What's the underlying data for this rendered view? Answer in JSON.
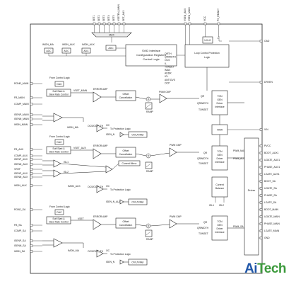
{
  "brand": {
    "part1": "Ai",
    "part2": "Tech",
    "color1": "#1f56a8",
    "color2": "#3d9a3d"
  },
  "top_pins": [
    "SET1",
    "SET2",
    "SET3",
    "SET4",
    "SET5",
    "VSETEN_MAIN",
    "SET_AUX"
  ],
  "top_right_pins": [
    "VSEN_AUX",
    "VSEN_MAIN",
    "VCC",
    "PS_READY"
  ],
  "blocks": {
    "mux": "MUX",
    "svid": [
      "SVID Interface",
      "Configuration Registers",
      "Control Logic"
    ],
    "loop_ctrl": [
      "Loop Control Protection",
      "Logic"
    ],
    "uvlo": "UVLO",
    "dac": "DAC",
    "softstart": [
      "Soft Start &",
      "Slew Rate Control"
    ],
    "offset": [
      "Offset",
      "Cancellation"
    ],
    "ovuv": "OV/UV/Mer",
    "current_mirror": "Current Mirror",
    "current_balance": [
      "Current",
      "Balance"
    ],
    "driver": "Driver",
    "ton_gen": [
      "TON",
      "GEN",
      "Driver",
      "Interface"
    ],
    "vinr": "VINR"
  },
  "labels": {
    "imon_main": "IMON_MA",
    "imon_aux": "IMON_AUX",
    "imon_aux2": "IMON_AUX",
    "adc": "ADC",
    "from_ctrl": "From Control Logic",
    "vset_main": "VSET_MAIN",
    "vset_aux": "VSET_AUX",
    "vset": "VSET",
    "error_amp": "ERROR AMP",
    "pwm_cmp": "PWM CMP",
    "ramp": "RAMP",
    "ocs_ocp": "OCS/OCP_TH",
    "oc": "OC",
    "to_protection": "To Protection Logic",
    "isen_n": "ISEN_N",
    "isen_n_aux": "ISEN_N_AUX",
    "isen_n_sa": "ISEN_N",
    "icl": "ICL",
    "ton_set": "TONSET",
    "qrwidth": "QRWIDTH",
    "qr": "QR",
    "pwm_main": "PWM_MAIN",
    "pwm_aux": "PWM_AUX",
    "pwm_sa": "PWM_SA",
    "isl1": "ISL1",
    "isl2": "ISL2",
    "ctrl_list": [
      "QRTH",
      "QRWIDTH",
      "OCS",
      "IL",
      "TONSET",
      "IMAX",
      "ADDR",
      "ICL",
      "ANTIOVS",
      "OCP"
    ]
  },
  "left_pins": [
    "ROND_MAIN",
    "FB_MAIN",
    "COMP_MAIN",
    "ISENP_MAIN",
    "ISENN_MAIN",
    "IMON_MAIN",
    "FB_AUX",
    "COMP_AUX",
    "ISENP_AUX",
    "ISENN_AUX",
    "VREF",
    "ISENP_AUX",
    "ISENN_AUX",
    "IMON_AUX",
    "ROAD_SA",
    "FB_SA",
    "COMP_SA",
    "ISENP_SA",
    "ISENN_SA",
    "IMON_SA"
  ],
  "right_pins": [
    "OAD",
    "DRVEN",
    "VIN",
    "PVCC",
    "BOOT_AUX1",
    "UGATE_AUX1",
    "PHASE_AUX1",
    "LGATE_AUX1",
    "BOOT_SA",
    "UGATE_SA",
    "PHASE_SA",
    "LGATE_SA",
    "BOOT_MAIN",
    "UGATE_MAIN",
    "PHASE_MAIN",
    "LGATE_MAIN",
    "GND"
  ]
}
